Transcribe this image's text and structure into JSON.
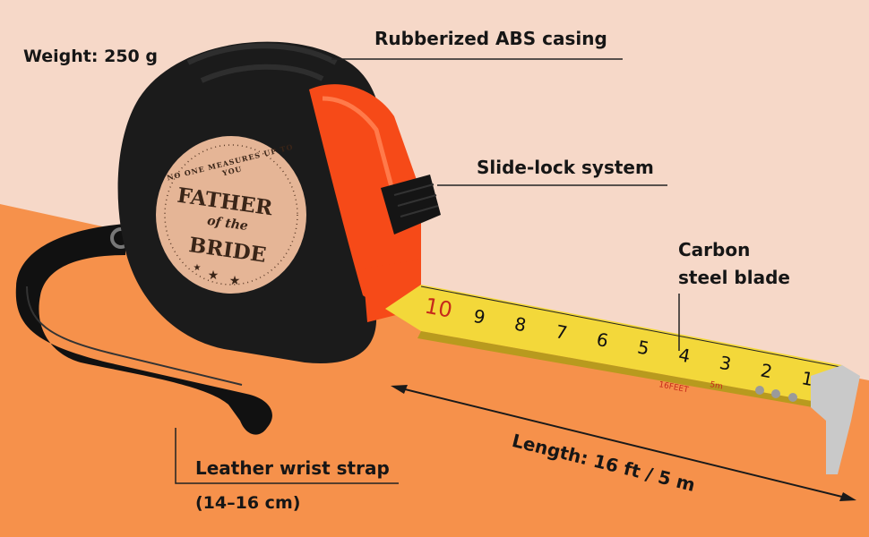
{
  "labels": {
    "weight": "Weight: 250 g",
    "casing": "Rubberized ABS casing",
    "slide_lock": "Slide-lock system",
    "blade_line1": "Carbon",
    "blade_line2": "steel blade",
    "strap": "Leather wrist strap",
    "strap_size": "(14–16 cm)",
    "length": "Length: 16 ft / 5 m"
  },
  "badge": {
    "tagline": "NO ONE MEASURES UP TO YOU",
    "line1": "FATHER",
    "line_mid": "of the",
    "line2": "BRIDE"
  },
  "blade": {
    "big_marks": [
      "10",
      "9",
      "8",
      "7",
      "6",
      "5",
      "4",
      "3",
      "2",
      "1"
    ],
    "feet_mark": "16FEET",
    "meter_mark": "5m"
  },
  "colors": {
    "background_light": "#f6d8c8",
    "background_orange": "#f6914b",
    "casing_black": "#1b1b1b",
    "casing_orange": "#f64a18",
    "blade_yellow": "#f3d83a",
    "badge_copper": "#e5b596"
  }
}
